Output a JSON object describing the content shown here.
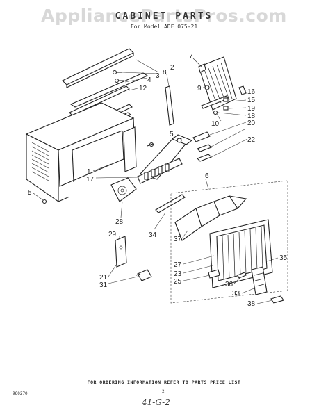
{
  "watermark": "AppliancePartsPros.com",
  "header": {
    "title": "CABINET PARTS",
    "model": "For Model ADF 075-21"
  },
  "callouts": {
    "c1": "1",
    "c2": "2",
    "c3": "3",
    "c4": "4",
    "c5a": "5",
    "c5b": "5",
    "c6": "6",
    "c7": "7",
    "c8": "8",
    "c9": "9",
    "c10": "10",
    "c12": "12",
    "c15": "15",
    "c16": "16",
    "c17": "17",
    "c18": "18",
    "c19": "19",
    "c20": "20",
    "c21": "21",
    "c22": "22",
    "c23": "23",
    "c25": "25",
    "c27": "27",
    "c28": "28",
    "c29": "29",
    "c31": "31",
    "c33": "33",
    "c34": "34",
    "c35": "35",
    "c36": "36",
    "c37": "37",
    "c38": "38"
  },
  "footer": {
    "note": "FOR ORDERING INFORMATION REFER TO PARTS PRICE LIST",
    "code": "960270",
    "page": "2",
    "handwritten": "41-G-2"
  }
}
